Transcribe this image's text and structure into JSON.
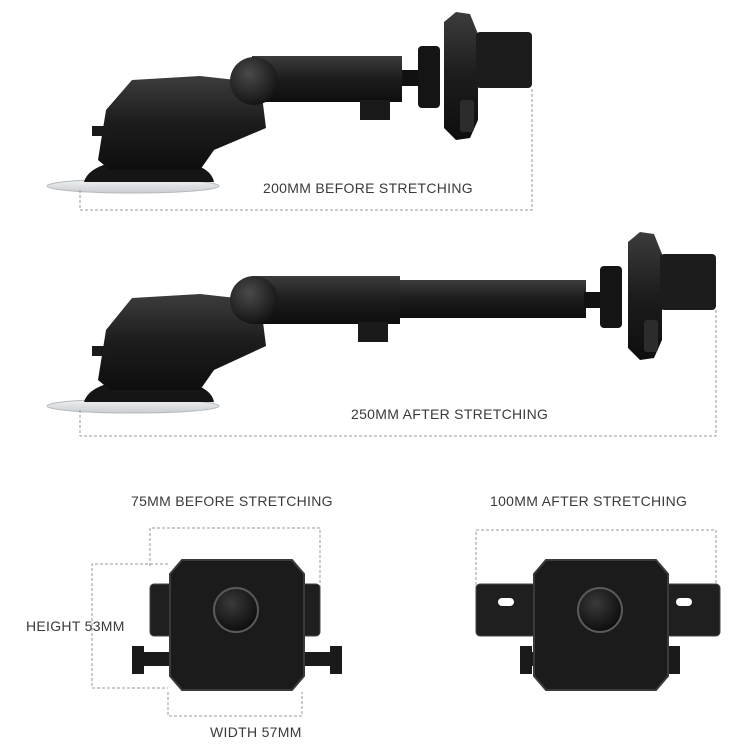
{
  "labels": {
    "before_length": "200MM BEFORE STRETCHING",
    "after_length": "250MM AFTER STRETCHING",
    "before_width": "75MM BEFORE STRETCHING",
    "after_width": "100MM AFTER STRETCHING",
    "height": "HEIGHT 53MM",
    "width": "WIDTH 57MM"
  },
  "colors": {
    "body": "#1b1b1b",
    "body_highlight": "#3a3a3a",
    "suction_cup": "#d9dde0",
    "dashed_line": "#9a9a9a",
    "text": "#3a3a3a"
  }
}
